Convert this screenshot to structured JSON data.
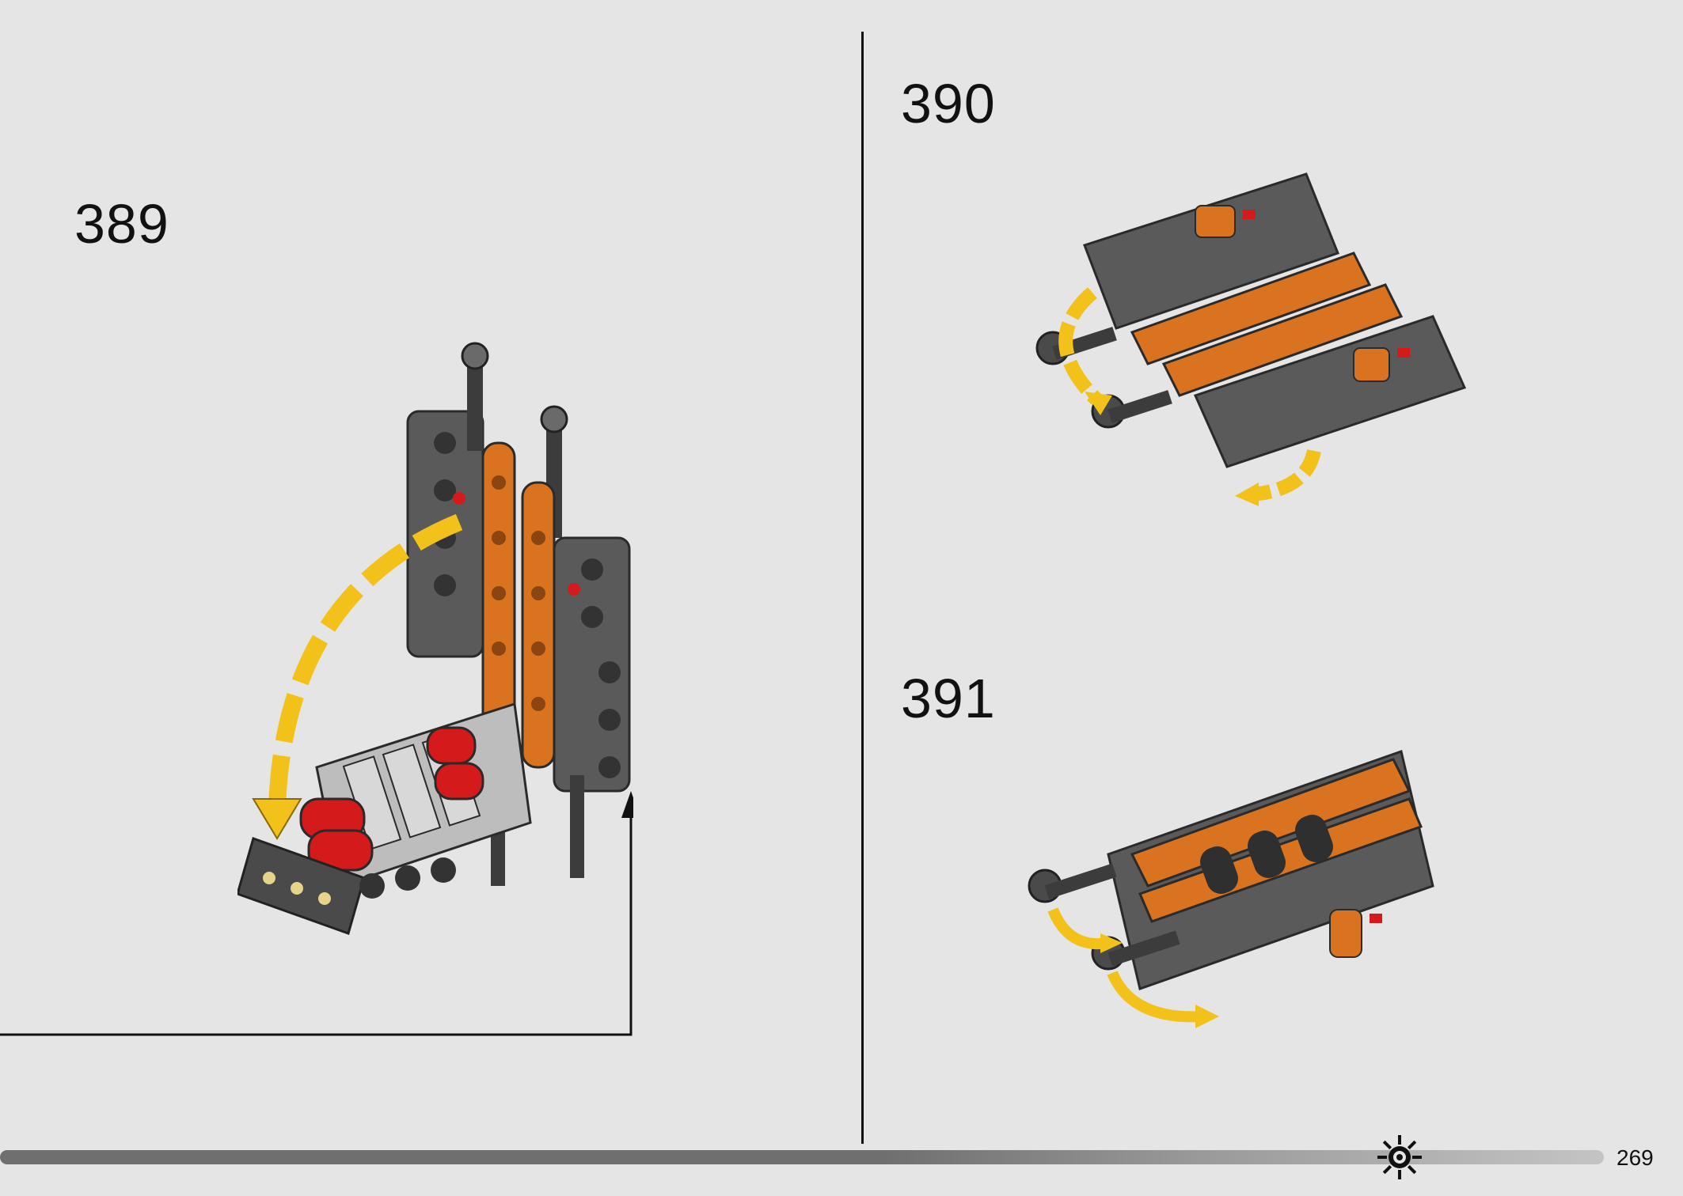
{
  "steps": [
    {
      "number": "389"
    },
    {
      "number": "390"
    },
    {
      "number": "391"
    }
  ],
  "footer": {
    "page_number": "269",
    "progress_icon": "gear-sun-icon"
  },
  "colors": {
    "background": "#e5e5e5",
    "part_dark_gray": "#5a5a5a",
    "part_orange": "#d9731f",
    "part_red": "#d41a1a",
    "arrow_yellow": "#f2c21b"
  }
}
